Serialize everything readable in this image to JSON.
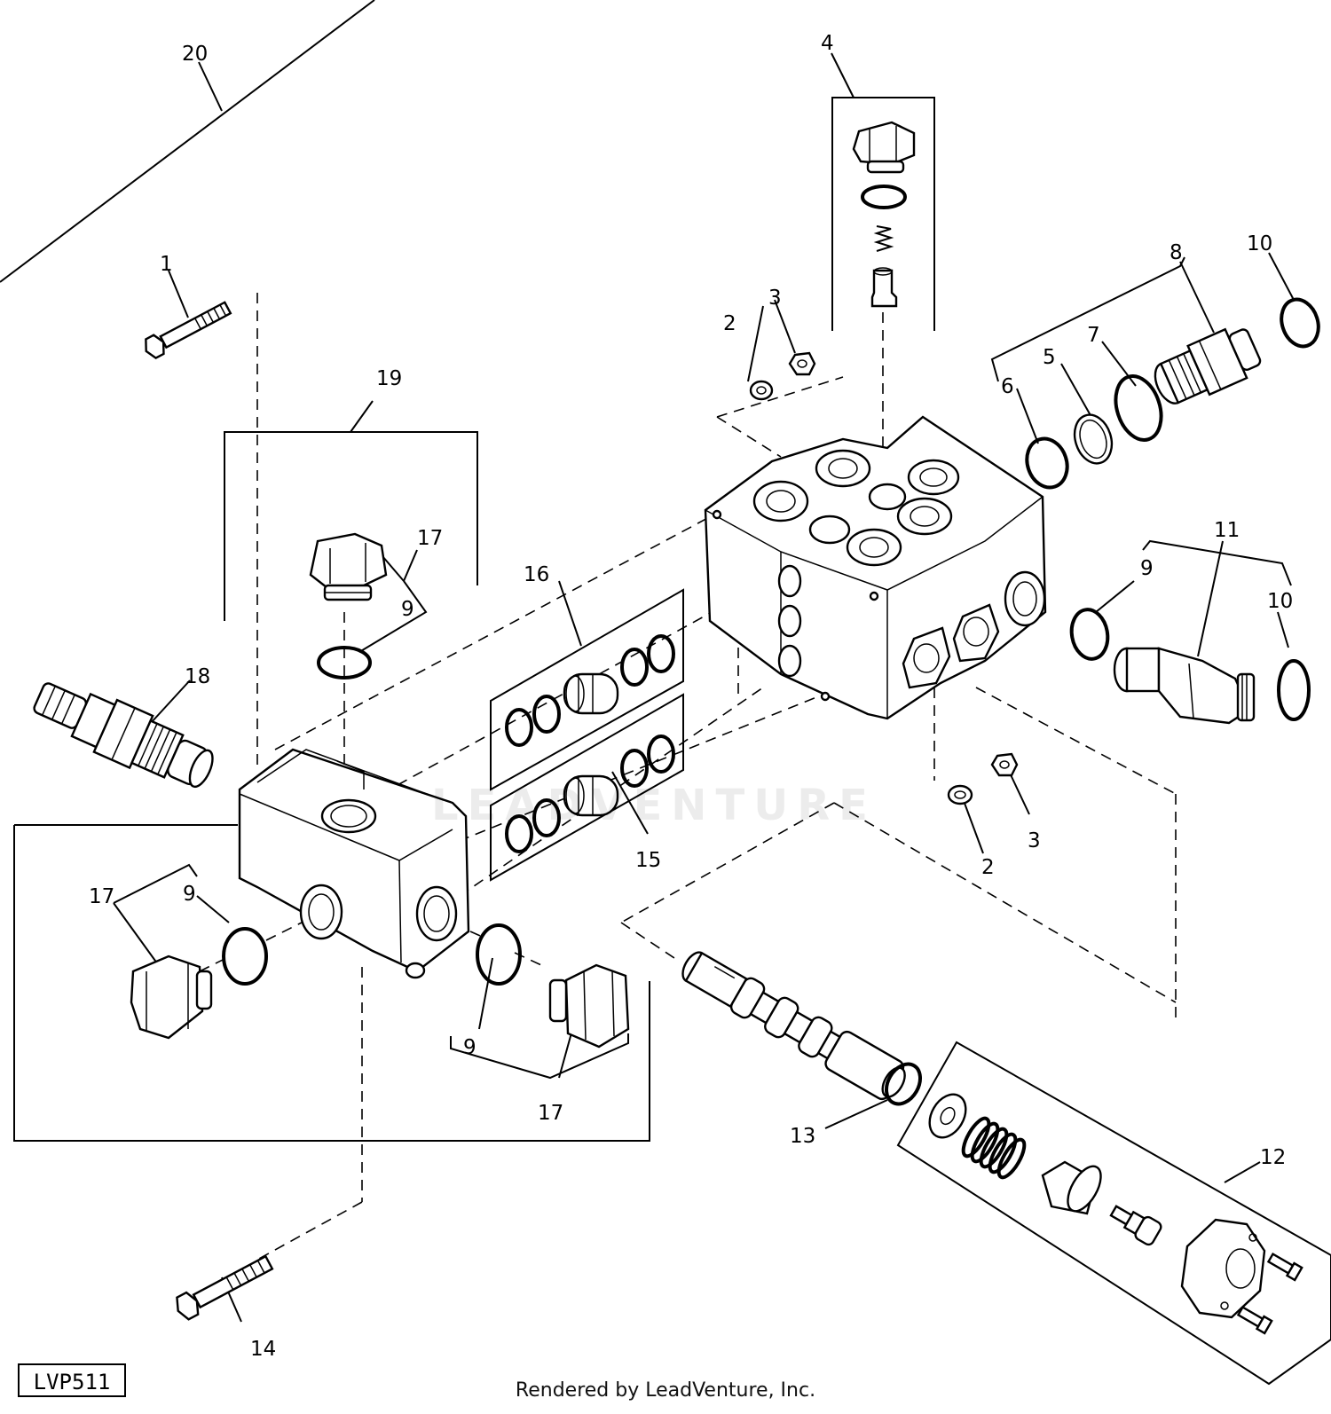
{
  "figure_code": "LVP511",
  "render_credit": "Rendered by LeadVenture, Inc.",
  "watermark": "LEADVENTURE",
  "callouts": {
    "c20": "20",
    "c1": "1",
    "c19": "19",
    "c17a": "17",
    "c9a": "9",
    "c18": "18",
    "c17b": "17",
    "c9b": "9",
    "c9c": "9",
    "c17c": "17",
    "c14": "14",
    "c4": "4",
    "c3a": "3",
    "c2a": "2",
    "c8": "8",
    "c10a": "10",
    "c5": "5",
    "c7": "7",
    "c6": "6",
    "c16": "16",
    "c15": "15",
    "c11": "11",
    "c9d": "9",
    "c10b": "10",
    "c2b": "2",
    "c3b": "3",
    "c13": "13",
    "c12": "12"
  },
  "icons": [
    "hex-bolt-icon",
    "hex-plug-icon",
    "o-ring-icon",
    "spool-icon",
    "spring-icon",
    "elbow-fitting-icon",
    "relief-valve-icon",
    "valve-body-icon",
    "washer-icon",
    "nut-icon"
  ]
}
